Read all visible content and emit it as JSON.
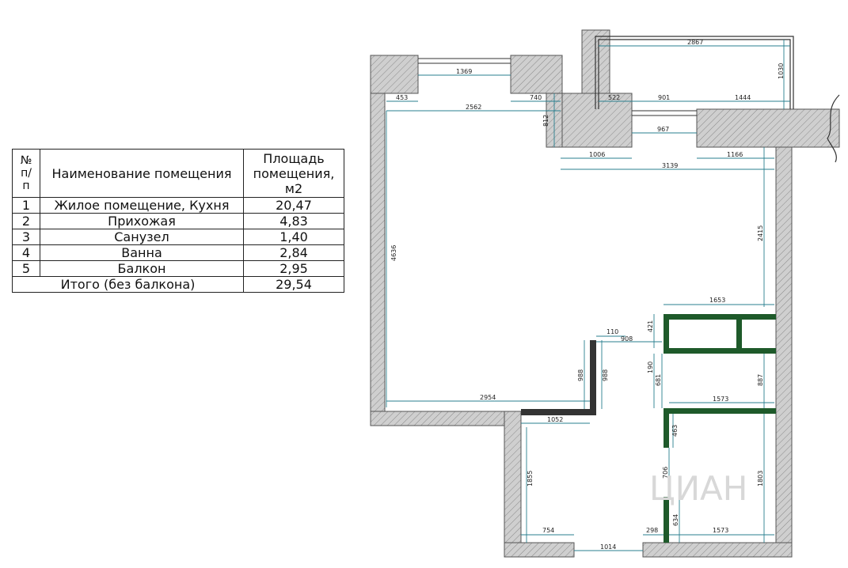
{
  "table": {
    "header": {
      "num": "№ п/ п",
      "name": "Наименование помещения",
      "area": "Площадь помещения, м2"
    },
    "rows": [
      {
        "num": "1",
        "name": "Жилое помещение, Кухня",
        "area": "20,47"
      },
      {
        "num": "2",
        "name": "Прихожая",
        "area": "4,83"
      },
      {
        "num": "3",
        "name": "Санузел",
        "area": "1,40"
      },
      {
        "num": "4",
        "name": "Ванна",
        "area": "2,84"
      },
      {
        "num": "5",
        "name": "Балкон",
        "area": "2,95"
      }
    ],
    "total": {
      "label": "Итого (без балкона)",
      "area": "29,54"
    }
  },
  "dimensions": {
    "d2867": "2867",
    "d1030": "1030",
    "d1369": "1369",
    "d453": "453",
    "d740": "740",
    "d522": "522",
    "d901": "901",
    "d1444": "1444",
    "d2562": "2562",
    "d812": "812",
    "d967": "967",
    "d1006": "1006",
    "d1166": "1166",
    "d3139": "3139",
    "d4636": "4636",
    "d2415": "2415",
    "d1653": "1653",
    "d110": "110",
    "d908": "908",
    "d421": "421",
    "d988a": "988",
    "d988b": "988",
    "d190": "190",
    "d681": "681",
    "d887": "887",
    "d2954": "2954",
    "d1573a": "1573",
    "d1052": "1052",
    "d463": "463",
    "d706": "706",
    "d1803": "1803",
    "d1855": "1855",
    "d754": "754",
    "d298": "298",
    "d634": "634",
    "d1573b": "1573",
    "d1014": "1014"
  },
  "watermark": {
    "text": "ЦИАН"
  },
  "colors": {
    "wall_fill": "#c9c9c9",
    "partition_green": "#1e5a2a",
    "partition_dark": "#333333",
    "dim_line": "#2a7f8f"
  }
}
